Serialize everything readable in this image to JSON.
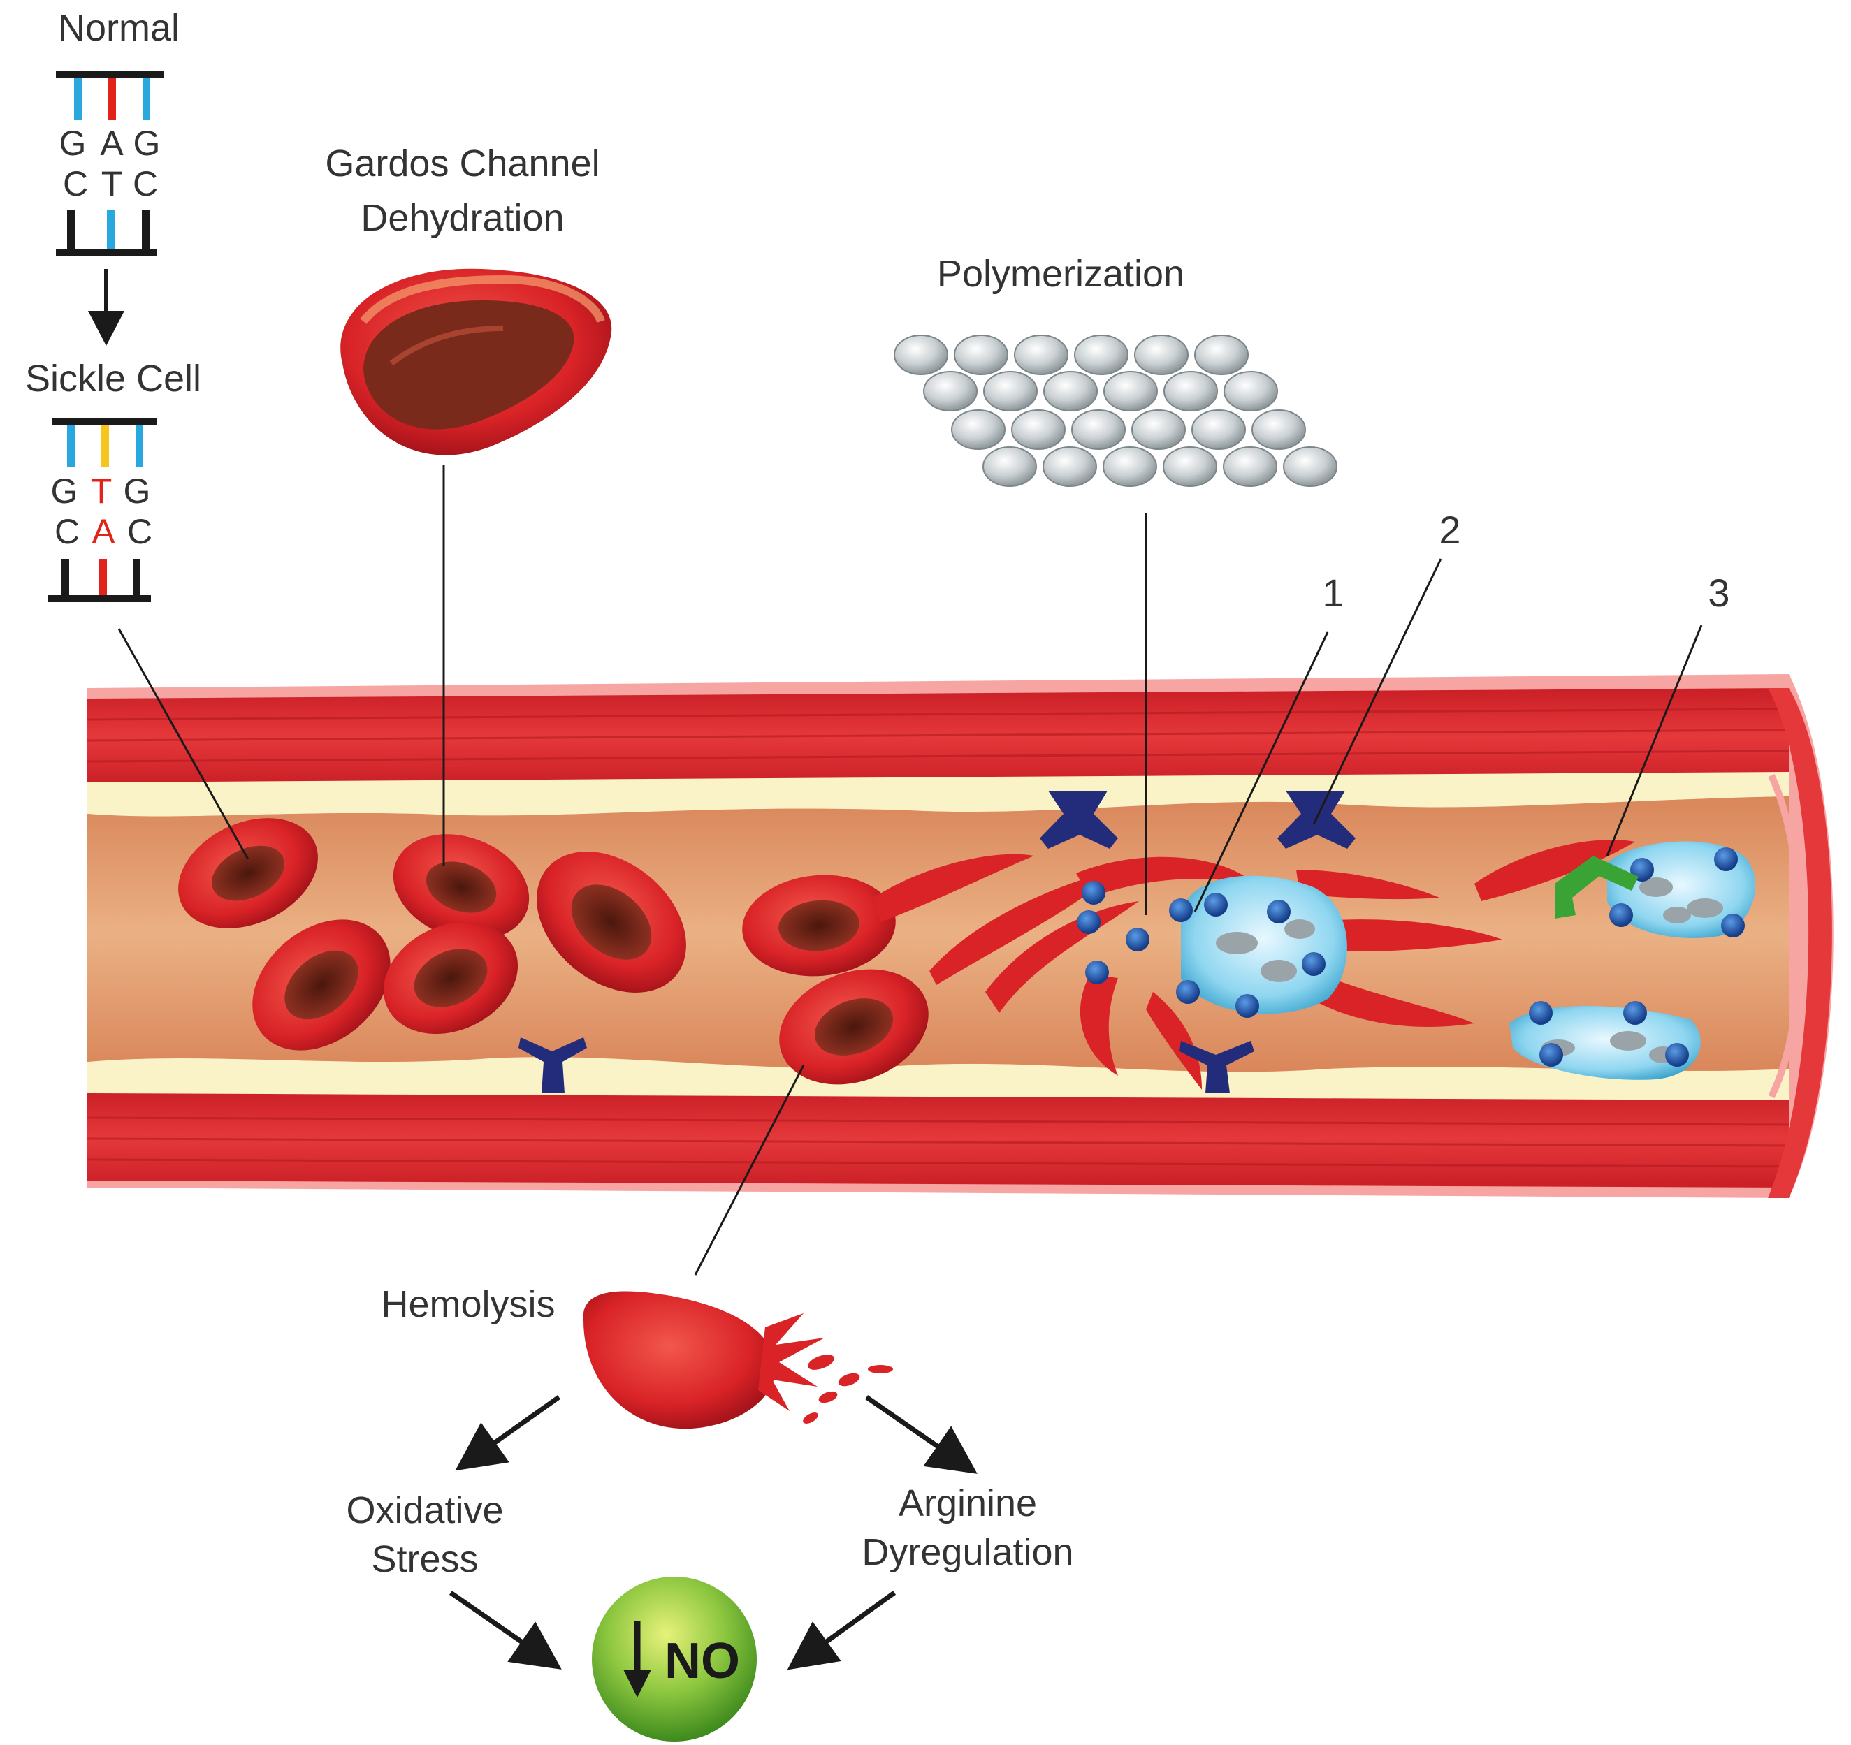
{
  "labels": {
    "normal": "Normal",
    "sickle_cell": "Sickle Cell",
    "gardos_line1": "Gardos Channel",
    "gardos_line2": "Dehydration",
    "polymerization": "Polymerization",
    "hemolysis": "Hemolysis",
    "oxidative_line1": "Oxidative",
    "oxidative_line2": "Stress",
    "arginine_line1": "Arginine",
    "arginine_line2": "Dyregulation",
    "no": "NO",
    "callout_1": "1",
    "callout_2": "2",
    "callout_3": "3"
  },
  "dna": {
    "normal_top": [
      "G",
      "A",
      "G"
    ],
    "normal_bottom": [
      "C",
      "T",
      "C"
    ],
    "sickle_top": [
      "G",
      "T",
      "G"
    ],
    "sickle_bottom": [
      "C",
      "A",
      "C"
    ]
  },
  "colors": {
    "vessel_wall": "#d8262c",
    "vessel_lumen": "#e9a877",
    "endothelium": "#fbf3c8",
    "rbc": "#d92327",
    "rbc_center": "#6e2517",
    "receptor": "#232c7a",
    "adhesion_dot": "#1d5fb8",
    "leukocyte": "#8fd6f0",
    "polymer_sphere": "#c9cfd2",
    "no_circle": "#8cc63f",
    "dna_blue": "#29a8df",
    "dna_red": "#e2231a",
    "dna_yellow": "#f7c51e"
  }
}
